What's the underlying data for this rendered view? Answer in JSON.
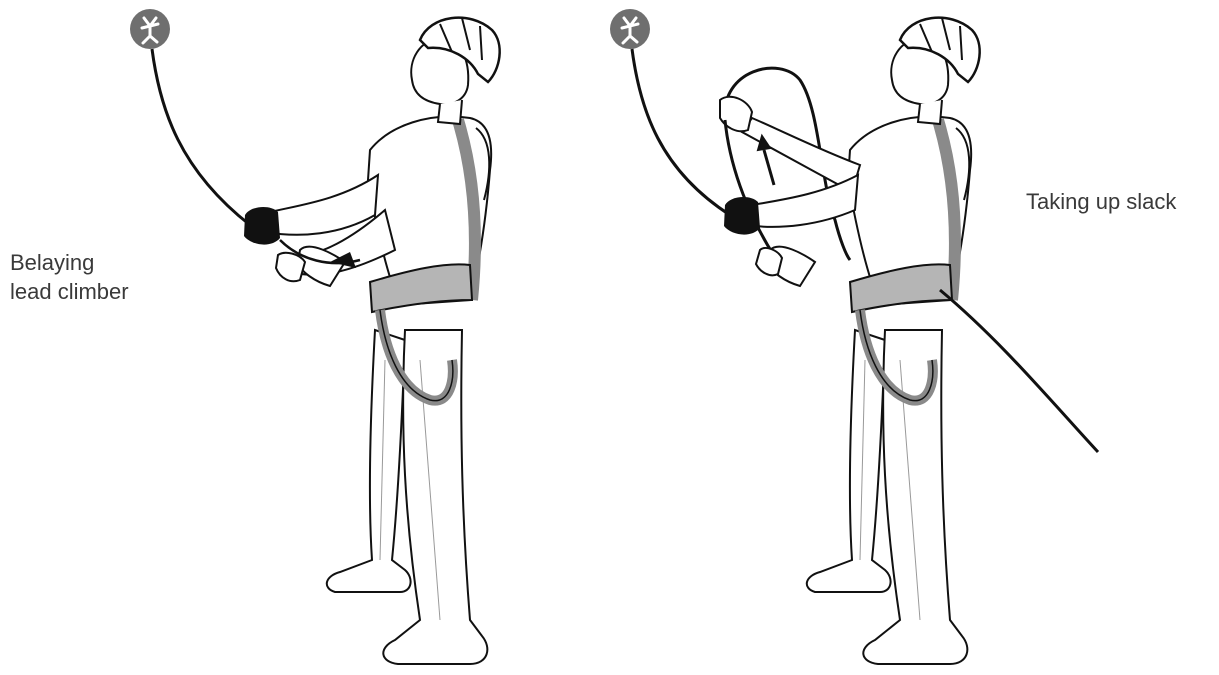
{
  "scenes": [
    {
      "caption_lines": [
        "Belaying",
        "lead climber"
      ],
      "anchor_icon": "climber-anchor-icon"
    },
    {
      "caption_lines": [
        "Taking up slack"
      ],
      "anchor_icon": "climber-anchor-icon",
      "arrow_icon": "arrow-up-icon"
    }
  ],
  "colors": {
    "line": "#111111",
    "harness": "#8a8a8a",
    "harness_light": "#b5b5b5",
    "skin": "#ffffff",
    "icon_bg": "#6f6f6f",
    "text": "#3a3a3a"
  }
}
